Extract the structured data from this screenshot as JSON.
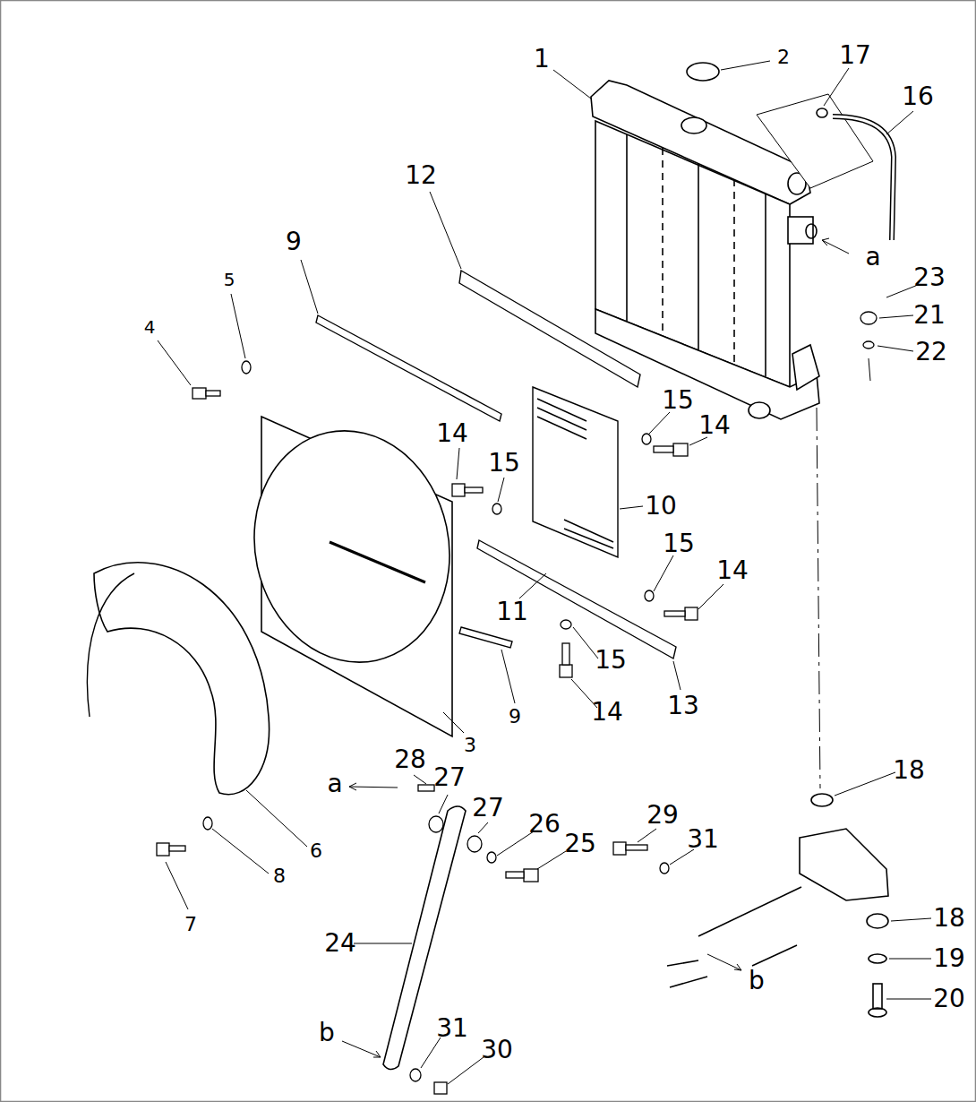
{
  "diagram": {
    "labels": [
      "1",
      "2",
      "17",
      "16",
      "12",
      "9",
      "5",
      "4",
      "a",
      "23",
      "21",
      "22",
      "15",
      "14",
      "14",
      "15",
      "10",
      "15",
      "14",
      "11",
      "15",
      "14",
      "13",
      "9",
      "3",
      "28",
      "27",
      "a",
      "27",
      "26",
      "25",
      "29",
      "31",
      "18",
      "6",
      "8",
      "7",
      "24",
      "18",
      "19",
      "20",
      "b",
      "b",
      "31",
      "30"
    ]
  }
}
